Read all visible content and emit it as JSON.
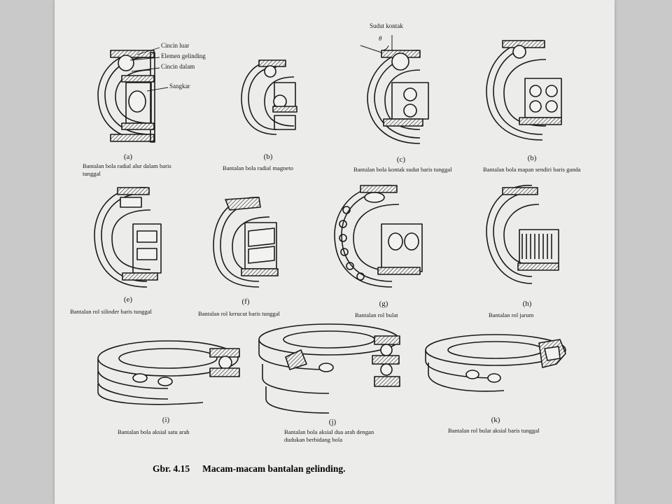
{
  "labels": {
    "outer_ring": "Cincin luar",
    "rolling_element": "Elemen gelinding",
    "inner_ring": "Cincin dalam",
    "cage": "Sangkar",
    "contact_angle": "Sudut kontak",
    "theta": "θ"
  },
  "bearings": [
    {
      "letter": "(a)",
      "caption": "Bantalan bola radial alur dalam baris tunggal"
    },
    {
      "letter": "(b)",
      "caption": "Bantalan bola radial magneto"
    },
    {
      "letter": "(c)",
      "caption": "Bantalan bola kontak sudut baris tunggal"
    },
    {
      "letter": "(b)",
      "caption": "Bantalan bola mapan sendiri baris ganda"
    },
    {
      "letter": "(e)",
      "caption": "Bantalan rol silinder baris tunggal"
    },
    {
      "letter": "(f)",
      "caption": "Bantalan rol kerucut baris tunggal"
    },
    {
      "letter": "(g)",
      "caption": "Bantalan rol bulat"
    },
    {
      "letter": "(h)",
      "caption": "Bantalan rol jarum"
    },
    {
      "letter": "(i)",
      "caption": "Bantalan bola aksial satu arah"
    },
    {
      "letter": "(j)",
      "caption": "Bantalan bola aksial dua arah dengan dudukan berbidang bola"
    },
    {
      "letter": "(k)",
      "caption": "Bantalan rol bulat aksial baris tunggal"
    }
  ],
  "figure": {
    "number": "Gbr. 4.15",
    "title": "Macam-macam bantalan gelinding."
  }
}
